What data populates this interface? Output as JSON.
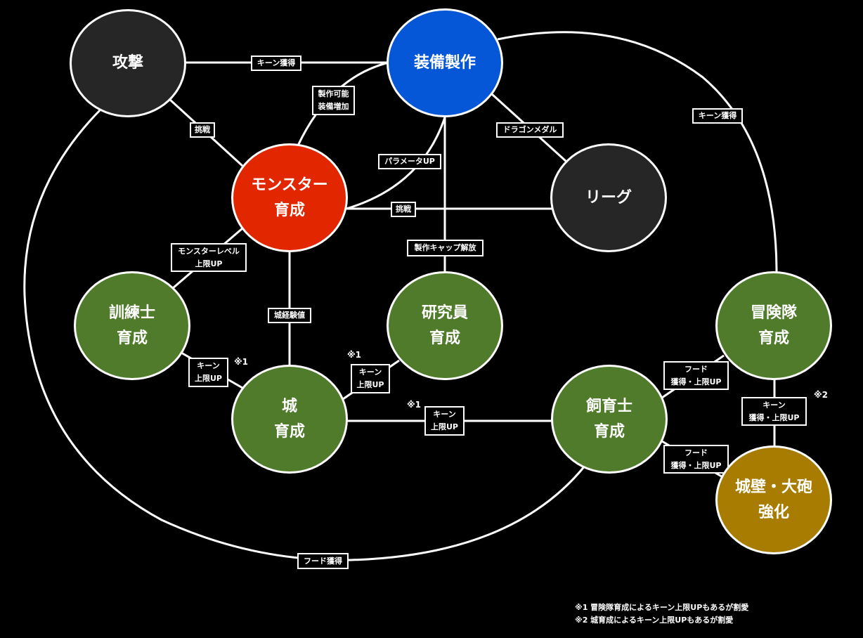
{
  "colors": {
    "background": "#000000",
    "line": "#ffffff",
    "dark_node": "#262626",
    "blue_node": "#0656d8",
    "red_node": "#e22700",
    "green_node": "#4f7b2b",
    "gold_node": "#a77c00"
  },
  "nodes": {
    "attack": {
      "lines": [
        "攻撃"
      ],
      "color": "#262626"
    },
    "equipment": {
      "lines": [
        "装備製作"
      ],
      "color": "#0656d8"
    },
    "monster": {
      "lines": [
        "モンスター",
        "育成"
      ],
      "color": "#e22700"
    },
    "league": {
      "lines": [
        "リーグ"
      ],
      "color": "#262626"
    },
    "trainer": {
      "lines": [
        "訓練士",
        "育成"
      ],
      "color": "#4f7b2b"
    },
    "researcher": {
      "lines": [
        "研究員",
        "育成"
      ],
      "color": "#4f7b2b"
    },
    "castle": {
      "lines": [
        "城",
        "育成"
      ],
      "color": "#4f7b2b"
    },
    "breeder": {
      "lines": [
        "飼育士",
        "育成"
      ],
      "color": "#4f7b2b"
    },
    "adventurer": {
      "lines": [
        "冒険隊",
        "育成"
      ],
      "color": "#4f7b2b"
    },
    "wall": {
      "lines": [
        "城壁・大砲",
        "強化"
      ],
      "color": "#a77c00"
    }
  },
  "edge_labels": {
    "attack_equipment": [
      "キーン獲得"
    ],
    "attack_monster": [
      "挑戦"
    ],
    "monster_equipment_arc": [
      "製作可能",
      "装備増加"
    ],
    "equipment_monster_arc": [
      "パラメータUP"
    ],
    "equipment_league": [
      "ドラゴンメダル"
    ],
    "equipment_adventurer": [
      "キーン獲得"
    ],
    "monster_league": [
      "挑戦"
    ],
    "equipment_researcher": [
      "製作キャップ解放"
    ],
    "monster_trainer": [
      "モンスターレベル",
      "上限UP"
    ],
    "monster_castle": [
      "城経験値"
    ],
    "trainer_castle": [
      "キーン",
      "上限UP"
    ],
    "castle_researcher": [
      "キーン",
      "上限UP"
    ],
    "castle_breeder": [
      "キーン",
      "上限UP"
    ],
    "breeder_adventurer": [
      "フード",
      "獲得・上限UP"
    ],
    "adventurer_wall": [
      "キーン",
      "獲得・上限UP"
    ],
    "breeder_wall": [
      "フード",
      "獲得・上限UP"
    ],
    "attack_breeder_loop": [
      "フード獲得"
    ]
  },
  "marks": {
    "trainer_castle": "※1",
    "castle_researcher": "※1",
    "castle_breeder": "※1",
    "adventurer_wall": "※2"
  },
  "footnotes": [
    "※1 冒険隊育成によるキーン上限UPもあるが割愛",
    "※2 城育成によるキーン上限UPもあるが割愛"
  ]
}
